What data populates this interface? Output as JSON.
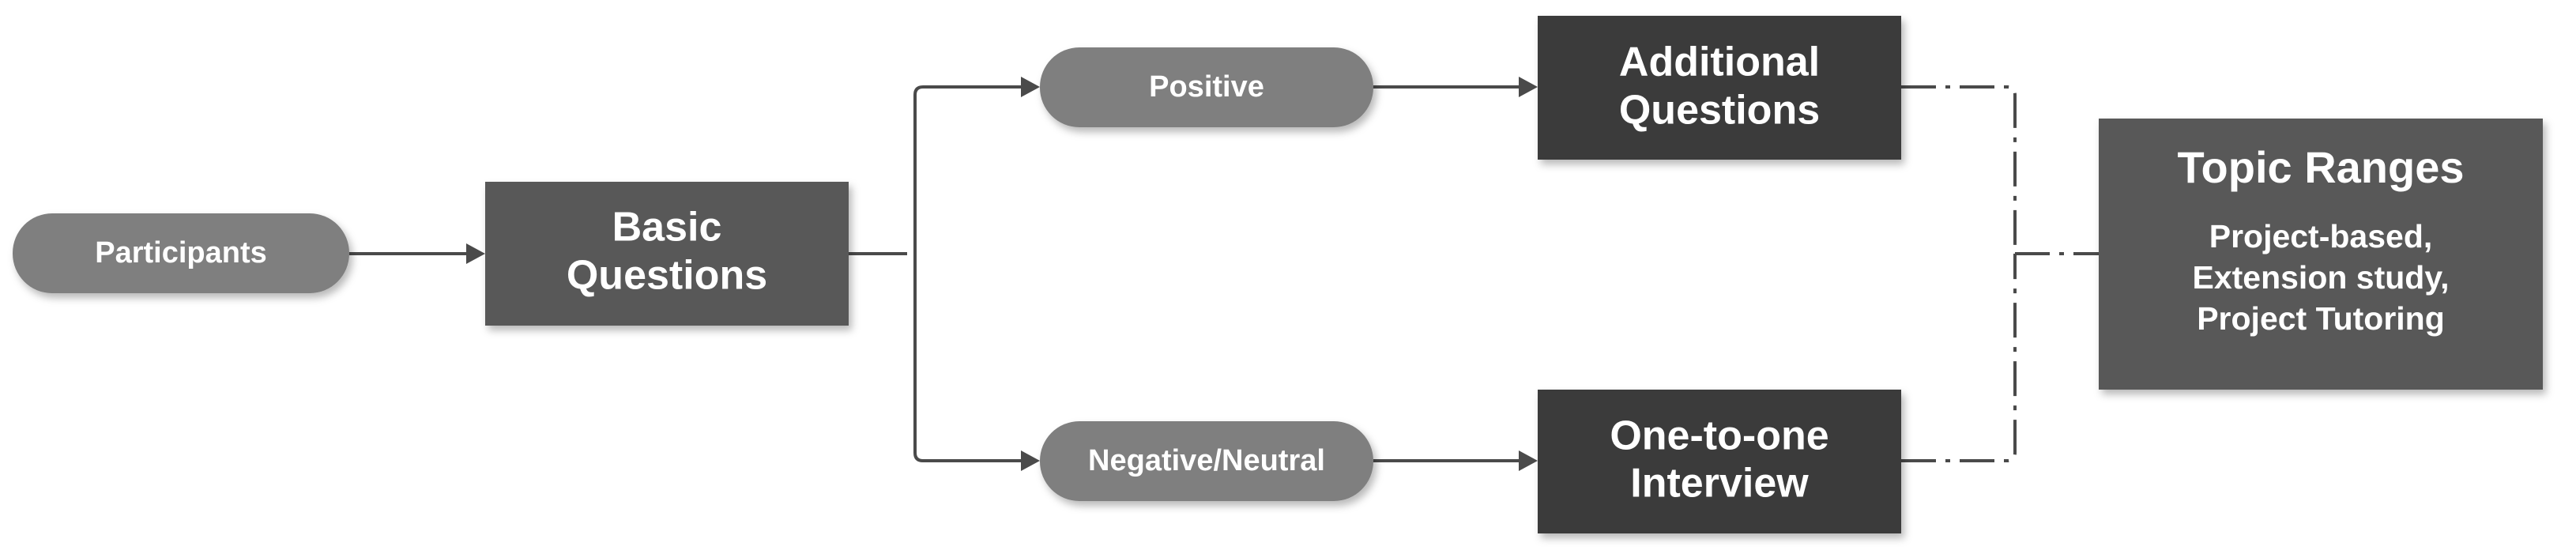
{
  "nodes": {
    "participants": {
      "label": "Participants",
      "color": "#7f7f7f"
    },
    "basic_questions": {
      "line1": "Basic",
      "line2": "Questions",
      "color": "#595959"
    },
    "positive": {
      "label": "Positive",
      "color": "#7f7f7f"
    },
    "negative_neutral": {
      "label": "Negative/Neutral",
      "color": "#7f7f7f"
    },
    "additional_questions": {
      "line1": "Additional",
      "line2": "Questions",
      "color": "#3a3a3a"
    },
    "one_to_one_interview": {
      "line1": "One-to-one",
      "line2": "Interview",
      "color": "#3a3a3a"
    },
    "topic_ranges": {
      "title": "Topic Ranges",
      "items": [
        "Project-based,",
        "Extension study,",
        "Project Tutoring"
      ],
      "color": "#595959"
    }
  },
  "edge_color": "#4a4a4a"
}
